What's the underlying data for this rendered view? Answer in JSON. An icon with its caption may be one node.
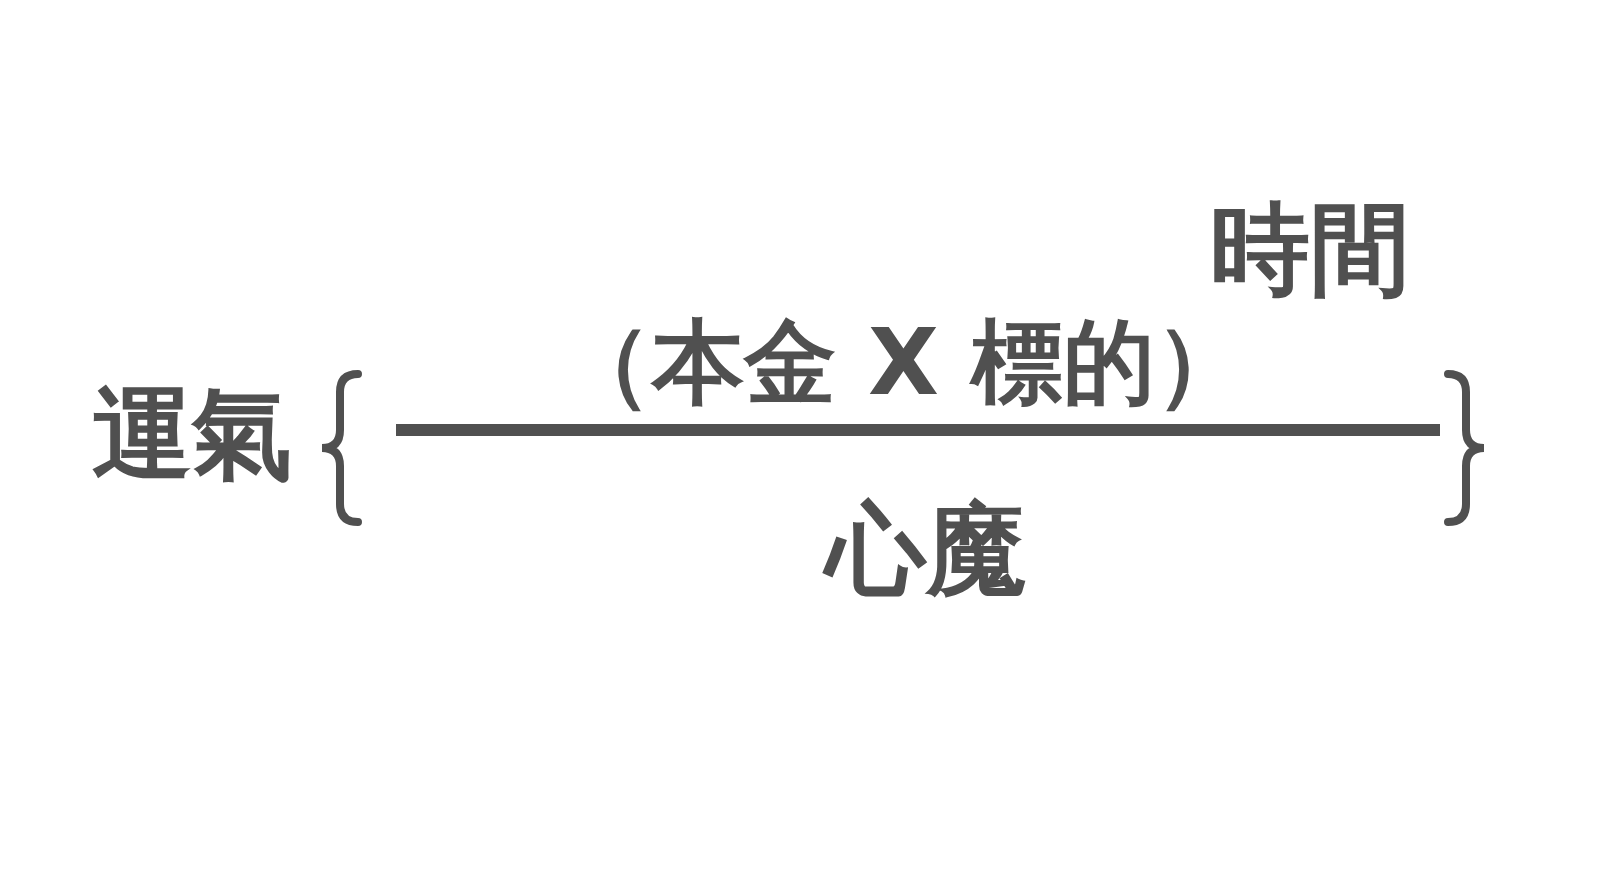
{
  "diagram": {
    "labels": [
      "運氣",
      "（本金 X 標的）",
      "時間",
      "心魔"
    ]
  }
}
